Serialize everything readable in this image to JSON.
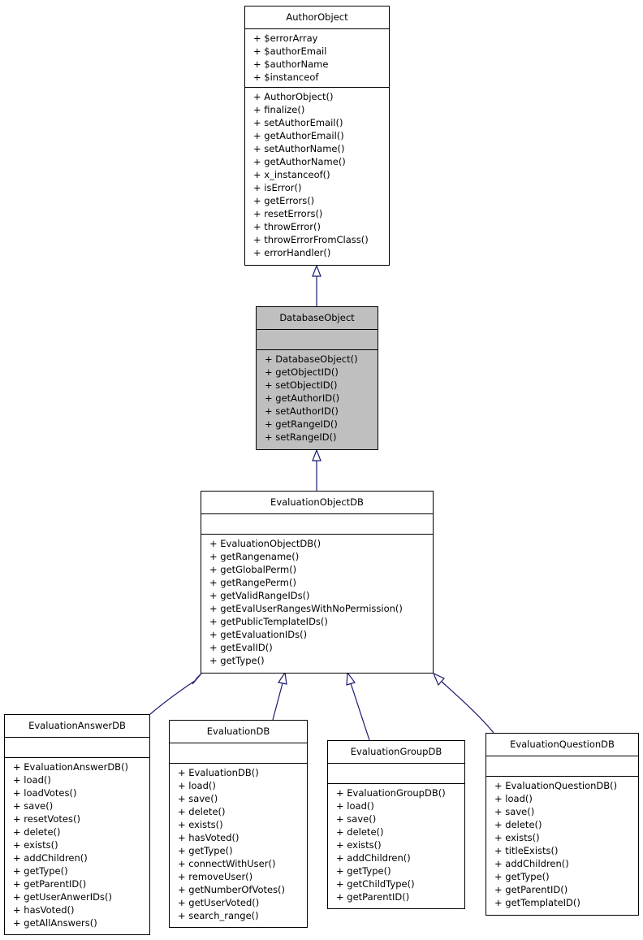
{
  "classes": {
    "author_object": {
      "name": "AuthorObject",
      "attributes": [
        "+ $errorArray",
        "+ $authorEmail",
        "+ $authorName",
        "+ $instanceof"
      ],
      "methods": [
        "+ AuthorObject()",
        "+ finalize()",
        "+ setAuthorEmail()",
        "+ getAuthorEmail()",
        "+ setAuthorName()",
        "+ getAuthorName()",
        "+ x_instanceof()",
        "+ isError()",
        "+ getErrors()",
        "+ resetErrors()",
        "+ throwError()",
        "+ throwErrorFromClass()",
        "+ errorHandler()"
      ]
    },
    "database_object": {
      "name": "DatabaseObject",
      "attributes": [],
      "methods": [
        "+ DatabaseObject()",
        "+ getObjectID()",
        "+ setObjectID()",
        "+ getAuthorID()",
        "+ setAuthorID()",
        "+ getRangeID()",
        "+ setRangeID()"
      ]
    },
    "evaluation_object_db": {
      "name": "EvaluationObjectDB",
      "attributes": [],
      "methods": [
        "+ EvaluationObjectDB()",
        "+ getRangename()",
        "+ getGlobalPerm()",
        "+ getRangePerm()",
        "+ getValidRangeIDs()",
        "+ getEvalUserRangesWithNoPermission()",
        "+ getPublicTemplateIDs()",
        "+ getEvaluationIDs()",
        "+ getEvalID()",
        "+ getType()"
      ]
    },
    "evaluation_answer_db": {
      "name": "EvaluationAnswerDB",
      "attributes": [],
      "methods": [
        "+ EvaluationAnswerDB()",
        "+ load()",
        "+ loadVotes()",
        "+ save()",
        "+ resetVotes()",
        "+ delete()",
        "+ exists()",
        "+ addChildren()",
        "+ getType()",
        "+ getParentID()",
        "+ getUserAnwerIDs()",
        "+ hasVoted()",
        "+ getAllAnswers()"
      ]
    },
    "evaluation_db": {
      "name": "EvaluationDB",
      "attributes": [],
      "methods": [
        "+ EvaluationDB()",
        "+ load()",
        "+ save()",
        "+ delete()",
        "+ exists()",
        "+ hasVoted()",
        "+ getType()",
        "+ connectWithUser()",
        "+ removeUser()",
        "+ getNumberOfVotes()",
        "+ getUserVoted()",
        "+ search_range()"
      ]
    },
    "evaluation_group_db": {
      "name": "EvaluationGroupDB",
      "attributes": [],
      "methods": [
        "+ EvaluationGroupDB()",
        "+ load()",
        "+ save()",
        "+ delete()",
        "+ exists()",
        "+ addChildren()",
        "+ getType()",
        "+ getChildType()",
        "+ getParentID()"
      ]
    },
    "evaluation_question_db": {
      "name": "EvaluationQuestionDB",
      "attributes": [],
      "methods": [
        "+ EvaluationQuestionDB()",
        "+ load()",
        "+ save()",
        "+ delete()",
        "+ exists()",
        "+ titleExists()",
        "+ addChildren()",
        "+ getType()",
        "+ getParentID()",
        "+ getTemplateID()"
      ]
    }
  },
  "colors": {
    "highlight": "#bfbfbf",
    "edge": "#191970",
    "border": "#000000"
  }
}
